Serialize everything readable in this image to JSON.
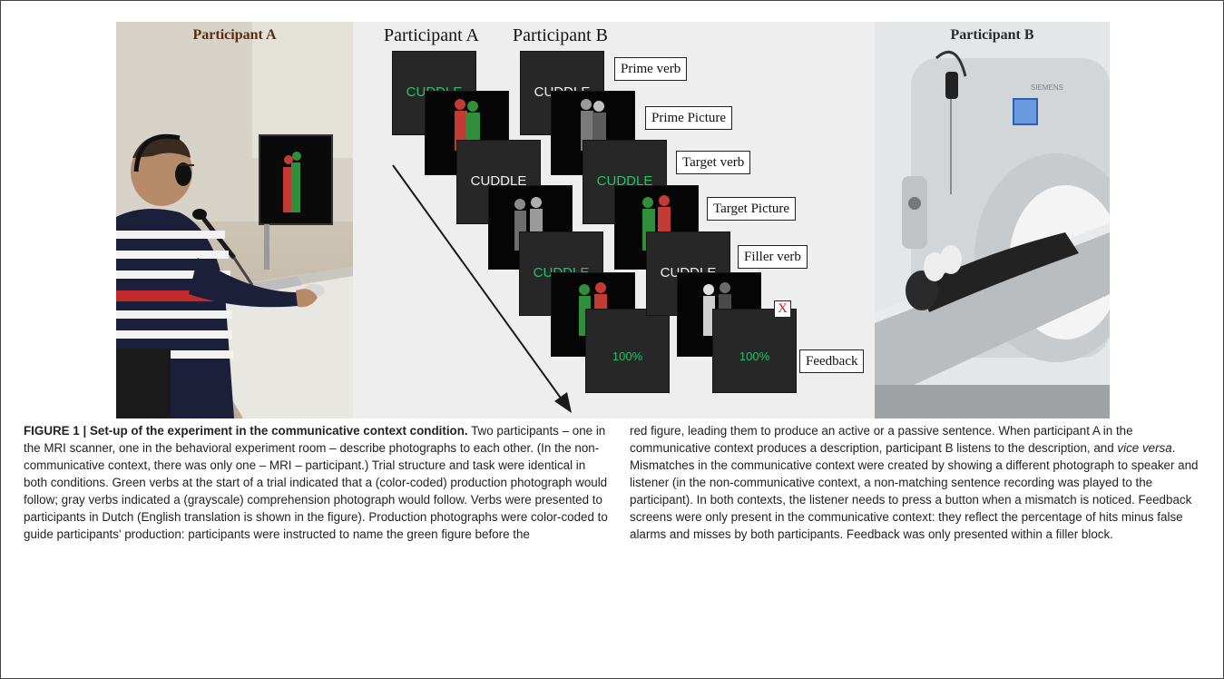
{
  "photo_a": {
    "label": "Participant A"
  },
  "photo_b": {
    "label": "Participant B",
    "brand": "SIEMENS"
  },
  "diagram": {
    "col_a": "Participant A",
    "col_b": "Participant B",
    "verb": "CUDDLE",
    "percent": "100%",
    "labels": {
      "prime_verb": "Prime verb",
      "prime_picture": "Prime Picture",
      "target_verb": "Target verb",
      "target_picture": "Target Picture",
      "filler_verb": "Filler verb",
      "mismatch": "X",
      "feedback": "Feedback"
    },
    "colors": {
      "production": "#22c56a",
      "comprehension_text": "#f2f2f2",
      "screen": "#272727",
      "mismatch": "#dd1111"
    }
  },
  "caption": {
    "figure_label": "FIGURE 1 |",
    "title": "Set-up of the experiment in the communicative context condition.",
    "left_text": "Two participants – one in the MRI scanner, one in the behavioral experiment room – describe photographs to each other. (In the non-communicative context, there was only one – MRI – participant.) Trial structure and task were identical in both conditions. Green verbs at the start of a trial indicated that a (color-coded) production photograph would follow; gray verbs indicated a (grayscale) comprehension photograph would follow. Verbs were presented to participants in Dutch (English translation is shown in the figure). Production photographs were color-coded to guide participants' production: participants were instructed to name the green figure before the",
    "right_text_1": "red figure, leading them to produce an active or a passive sentence. When participant A in the communicative context produces a description, participant B listens to the description, and ",
    "right_text_italic": "vice versa",
    "right_text_2": ". Mismatches in the communicative context were created by showing a different photograph to speaker and listener (in the non-communicative context, a non-matching sentence recording was played to the participant). In both contexts, the listener needs to press a button when a mismatch is noticed. Feedback screens were only present in the communicative context: they reflect the percentage of hits minus false alarms and misses by both participants. Feedback was only presented within a filler block."
  }
}
